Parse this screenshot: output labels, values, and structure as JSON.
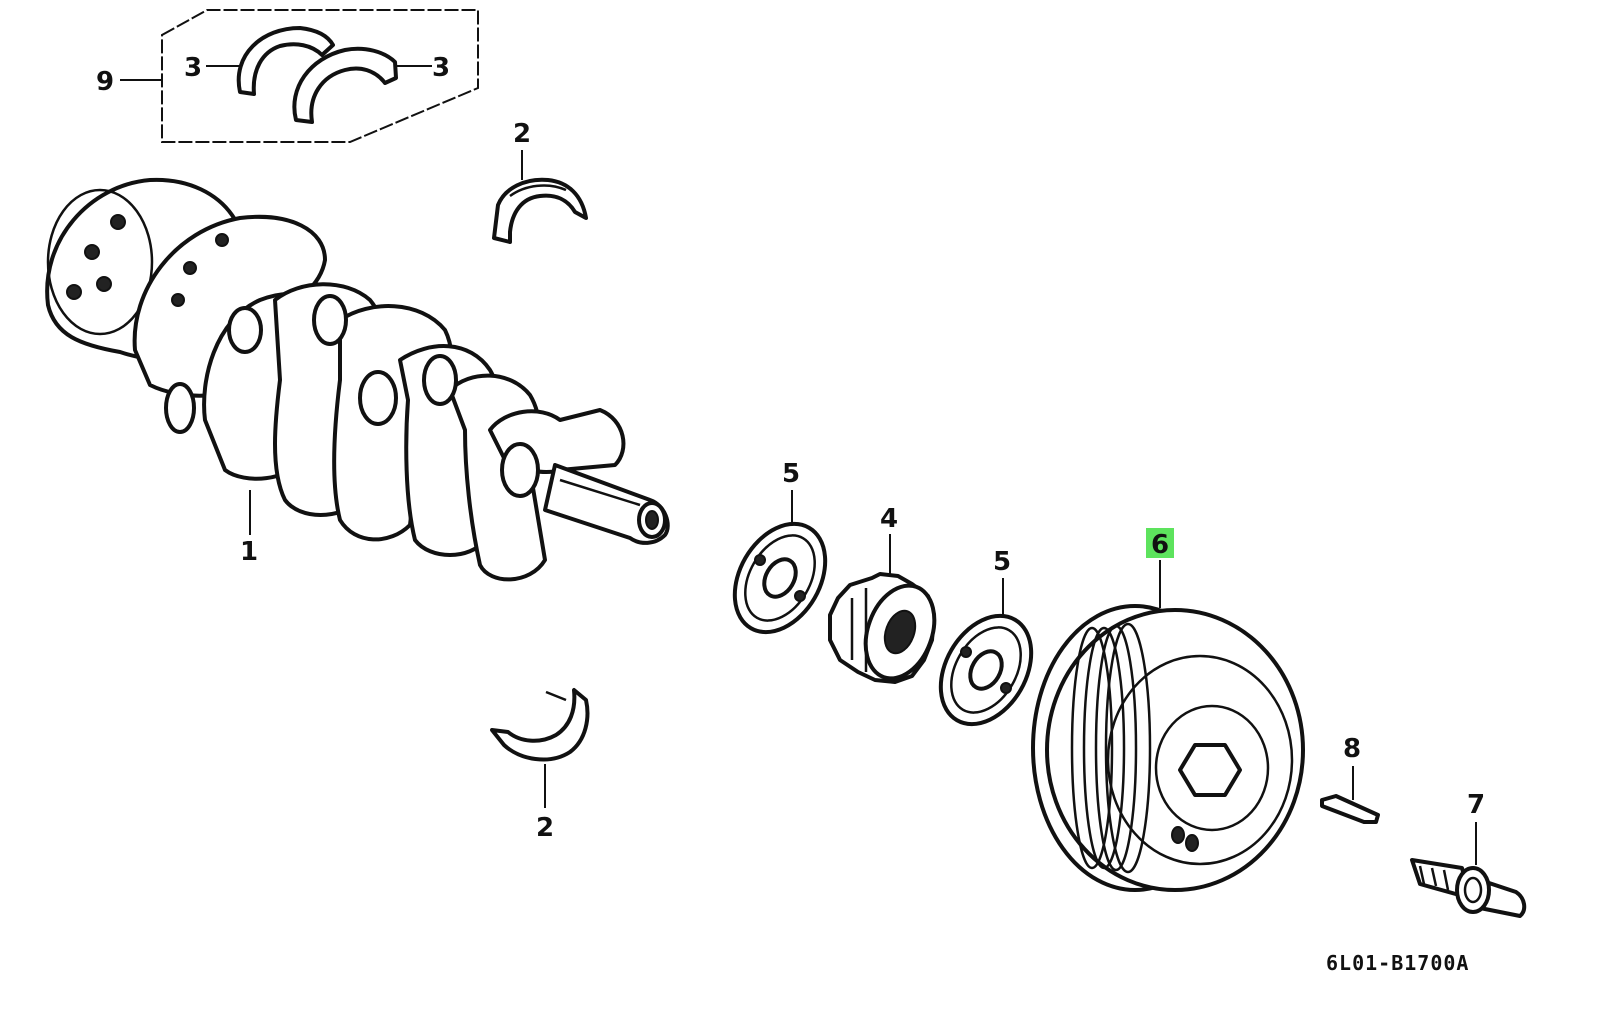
{
  "diagram": {
    "drawing_code": "6L01-B1700A",
    "highlight_color": "#5de35d",
    "callouts": {
      "crankshaft": "1",
      "bearing_upper": "2",
      "bearing_lower": "2",
      "thrust_washer_left": "3",
      "thrust_washer_right": "3",
      "timing_pulley": "4",
      "guide_plate_left": "5",
      "guide_plate_right": "5",
      "pulley": "6",
      "bolt": "7",
      "key": "8",
      "washer_set": "9"
    }
  }
}
